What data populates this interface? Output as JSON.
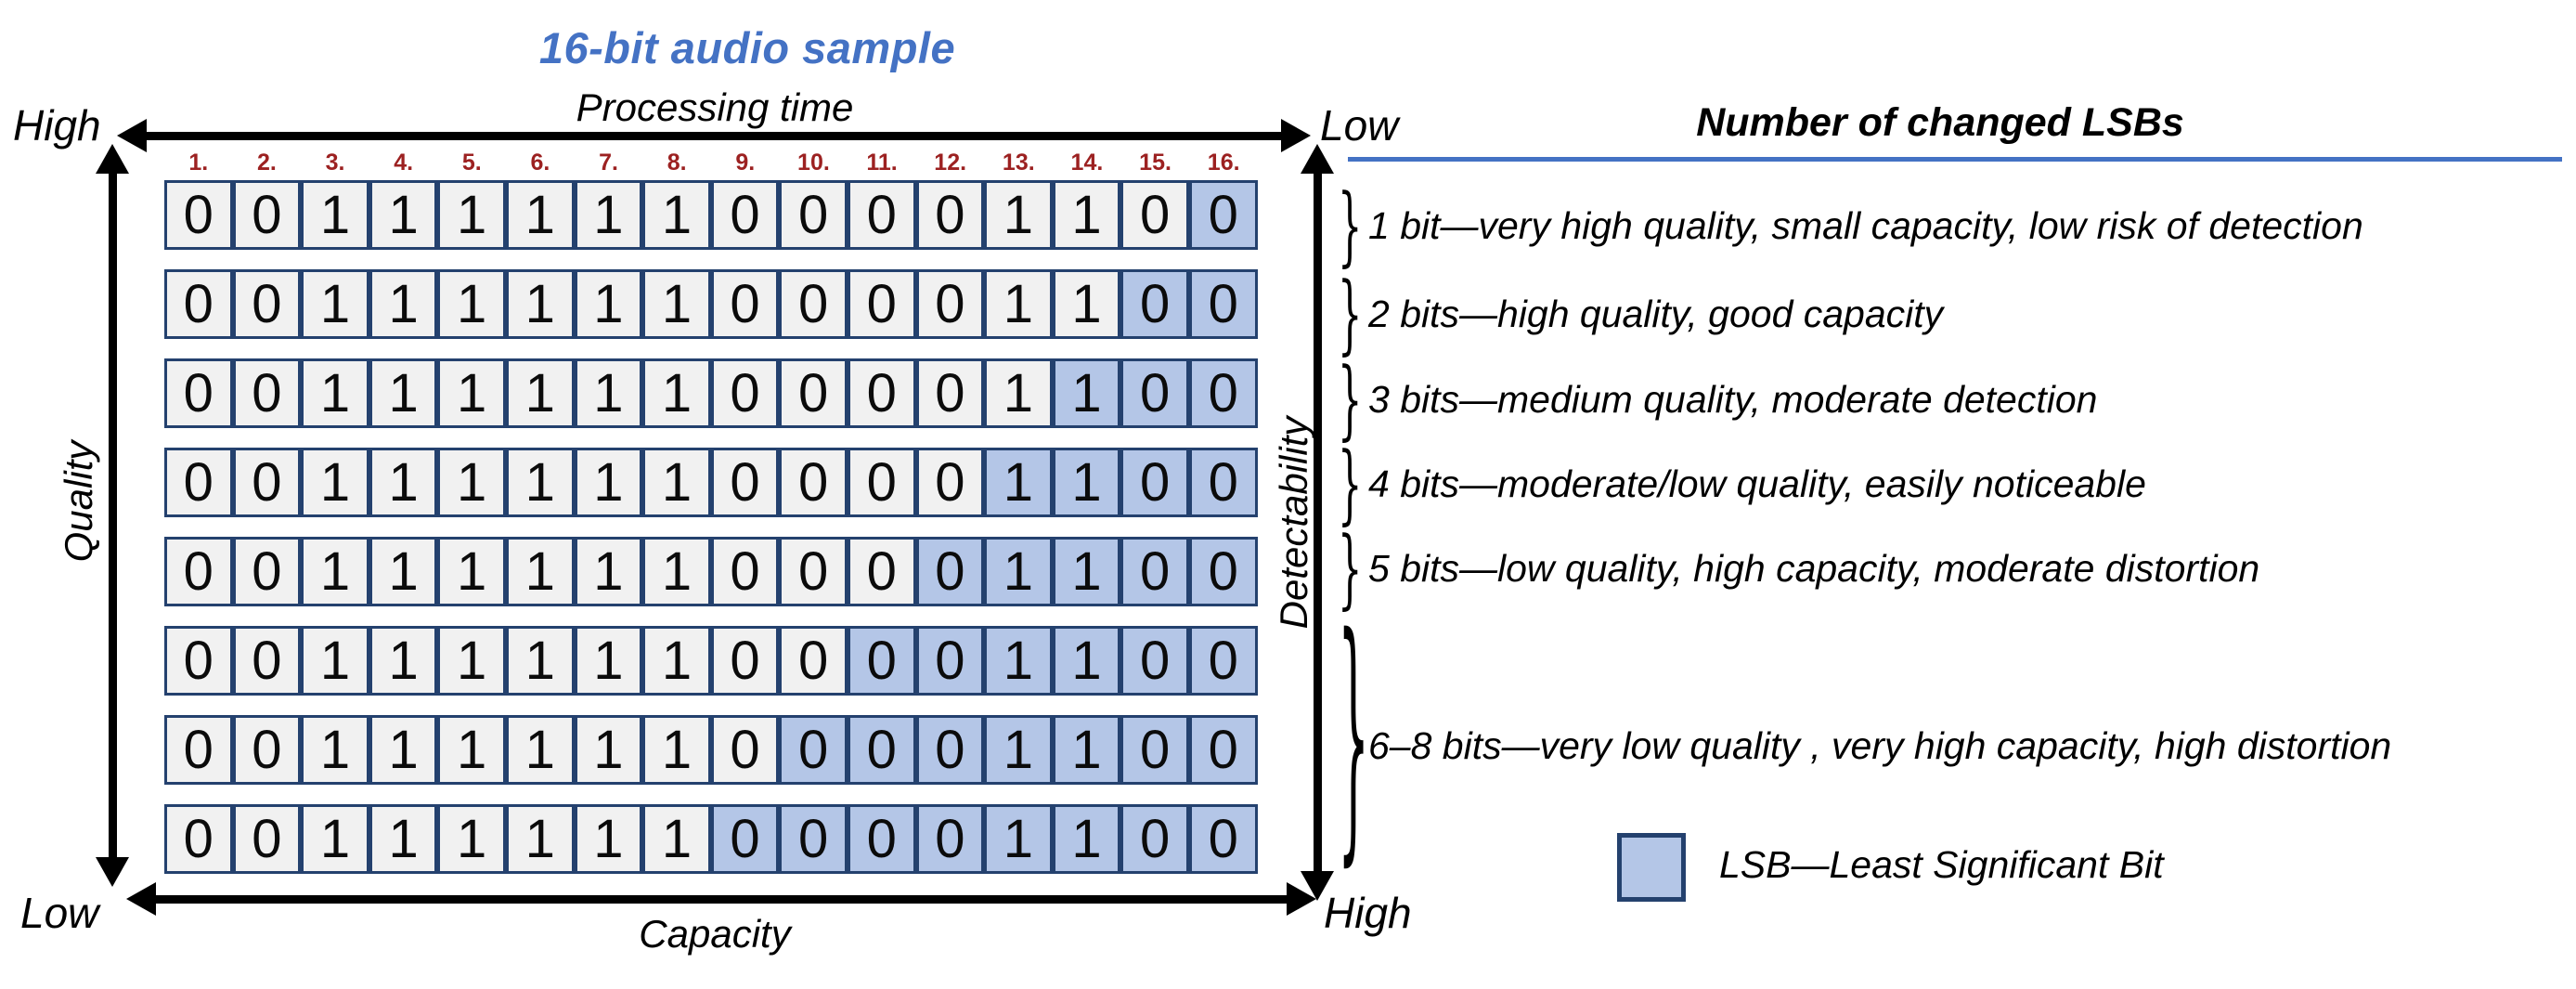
{
  "diagram": {
    "title": "16-bit audio sample",
    "axes": {
      "top": {
        "label": "Processing time"
      },
      "left": {
        "label": "Quality"
      },
      "right": {
        "label": "Detectability"
      },
      "bottom": {
        "label": "Capacity"
      }
    },
    "corners": {
      "top_left": "High",
      "top_right": "Low",
      "bottom_left": "Low",
      "bottom_right": "High"
    },
    "column_numbers": [
      "1.",
      "2.",
      "3.",
      "4.",
      "5.",
      "6.",
      "7.",
      "8.",
      "9.",
      "10.",
      "11.",
      "12.",
      "13.",
      "14.",
      "15.",
      "16."
    ],
    "bit_pattern": [
      "0",
      "0",
      "1",
      "1",
      "1",
      "1",
      "1",
      "1",
      "0",
      "0",
      "0",
      "0",
      "1",
      "1",
      "0",
      "0"
    ],
    "rows": [
      {
        "changed_lsbs": 1
      },
      {
        "changed_lsbs": 2
      },
      {
        "changed_lsbs": 3
      },
      {
        "changed_lsbs": 4
      },
      {
        "changed_lsbs": 5
      },
      {
        "changed_lsbs": 6
      },
      {
        "changed_lsbs": 7
      },
      {
        "changed_lsbs": 8
      }
    ]
  },
  "panel": {
    "heading": "Number of changed LSBs",
    "brace_glyph": "}",
    "items": [
      {
        "rows_spanned": 1,
        "text": "1 bit—very high quality, small capacity, low risk of detection"
      },
      {
        "rows_spanned": 1,
        "text": "2 bits—high quality, good capacity"
      },
      {
        "rows_spanned": 1,
        "text": "3 bits—medium quality, moderate detection"
      },
      {
        "rows_spanned": 1,
        "text": "4 bits—moderate/low quality, easily noticeable"
      },
      {
        "rows_spanned": 1,
        "text": "5 bits—low quality, high capacity, moderate distortion"
      },
      {
        "rows_spanned": 3,
        "text": "6–8 bits—very low quality , very high capacity, high distortion"
      }
    ]
  },
  "legend": {
    "label": "LSB—Least Significant Bit"
  },
  "colors": {
    "accent": "#4472C4",
    "column_red": "#9C2121",
    "cell_border": "#24416E",
    "cell_bg": "#F1F1F1",
    "cell_highlight": "#B4C6E7",
    "ink": "#000000"
  }
}
